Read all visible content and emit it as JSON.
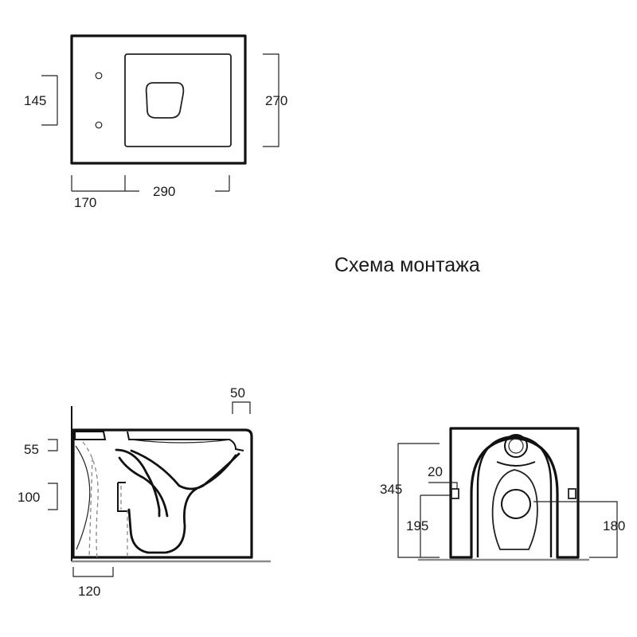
{
  "title": "Схема монтажа",
  "top_view": {
    "dim_height_outer": "270",
    "dim_holes_spacing": "145",
    "dim_rear_offset": "170",
    "dim_bowl_length": "290"
  },
  "side_view": {
    "dim_top_50": "50",
    "dim_55": "55",
    "dim_100": "100",
    "dim_120": "120"
  },
  "front_view": {
    "dim_345": "345",
    "dim_20": "20",
    "dim_195": "195",
    "dim_180": "180"
  }
}
